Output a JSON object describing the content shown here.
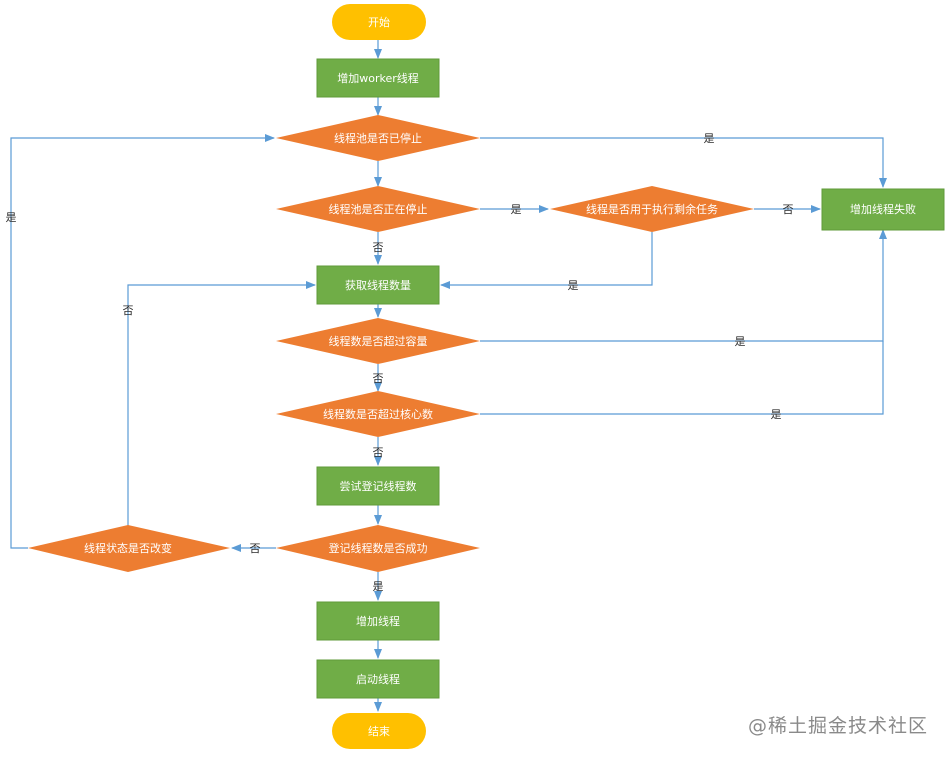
{
  "nodes": {
    "start": "开始",
    "add_worker": "增加worker线程",
    "pool_stopped": "线程池是否已停止",
    "pool_stopping": "线程池是否正在停止",
    "for_remaining": "线程是否用于执行剩余任务",
    "add_fail": "增加线程失败",
    "get_count": "获取线程数量",
    "exceed_capacity": "线程数是否超过容量",
    "exceed_core": "线程数是否超过核心数",
    "try_register": "尝试登记线程数",
    "register_ok": "登记线程数是否成功",
    "state_changed": "线程状态是否改变",
    "add_thread": "增加线程",
    "start_thread": "启动线程",
    "end": "结束"
  },
  "edge_labels": {
    "stopped_yes": "是",
    "stopping_yes": "是",
    "remaining_no": "否",
    "stopping_no": "否",
    "remaining_yes": "是",
    "capacity_yes": "是",
    "capacity_no": "否",
    "core_yes": "是",
    "core_no": "否",
    "register_no": "否",
    "register_yes": "是",
    "state_yes": "是",
    "state_no": "否"
  },
  "watermark": "@稀土掘金技术社区",
  "colors": {
    "terminal": "#ffc000",
    "process": "#70ad47",
    "decision": "#ed7d31",
    "edge": "#5b9bd5"
  }
}
